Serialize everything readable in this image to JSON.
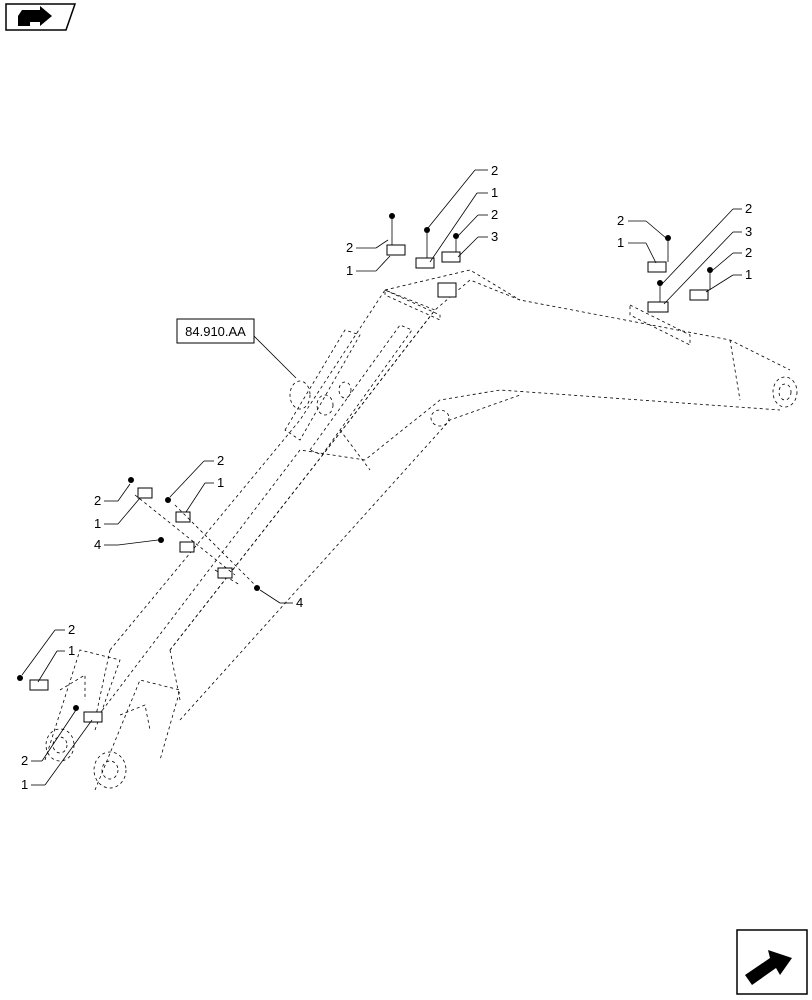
{
  "diagram": {
    "reference_link": "84.910.AA",
    "callouts": {
      "c_top_a_2": "2",
      "c_top_a_1": "1",
      "c_top_b_2": "2",
      "c_top_b_1": "1",
      "c_top_c_2": "2",
      "c_top_c_3": "3",
      "c_top_r_2a": "2",
      "c_top_r_1a": "1",
      "c_top_r_2b": "2",
      "c_top_r_3": "3",
      "c_top_r_2c": "2",
      "c_top_r_1c": "1",
      "c_mid_2a": "2",
      "c_mid_1a": "1",
      "c_mid_2b": "2",
      "c_mid_1b": "1",
      "c_mid_4a": "4",
      "c_mid_4b": "4",
      "c_low_2a": "2",
      "c_low_1a": "1",
      "c_low_2b": "2",
      "c_low_1b": "1"
    }
  },
  "icons": {
    "top_left": "nav-arrow-icon",
    "bottom_right": "next-page-arrow-icon"
  }
}
